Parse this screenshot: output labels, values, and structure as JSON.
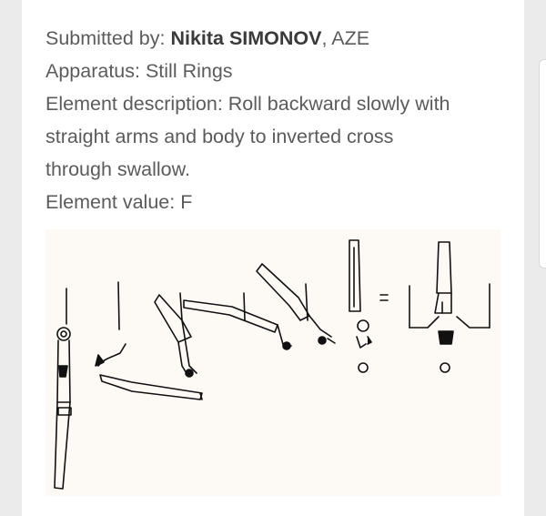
{
  "post": {
    "submitted_label": "Submitted by: ",
    "submitter_name": "Nikita SIMONOV",
    "submitter_country": ", AZE",
    "apparatus": "Apparatus: Still Rings",
    "description_line1": "Element description: Roll backward slowly with",
    "description_line2": "straight arms and body to inverted cross",
    "description_line3": "through swallow.",
    "value": "Element value: F"
  },
  "colors": {
    "text": "#5b5b5b",
    "name_text": "#3a3a3a",
    "figure_bg": "#fdfaf5",
    "ink": "#111111"
  },
  "icons": {
    "figure": "gymnast-sequence-sketch"
  }
}
